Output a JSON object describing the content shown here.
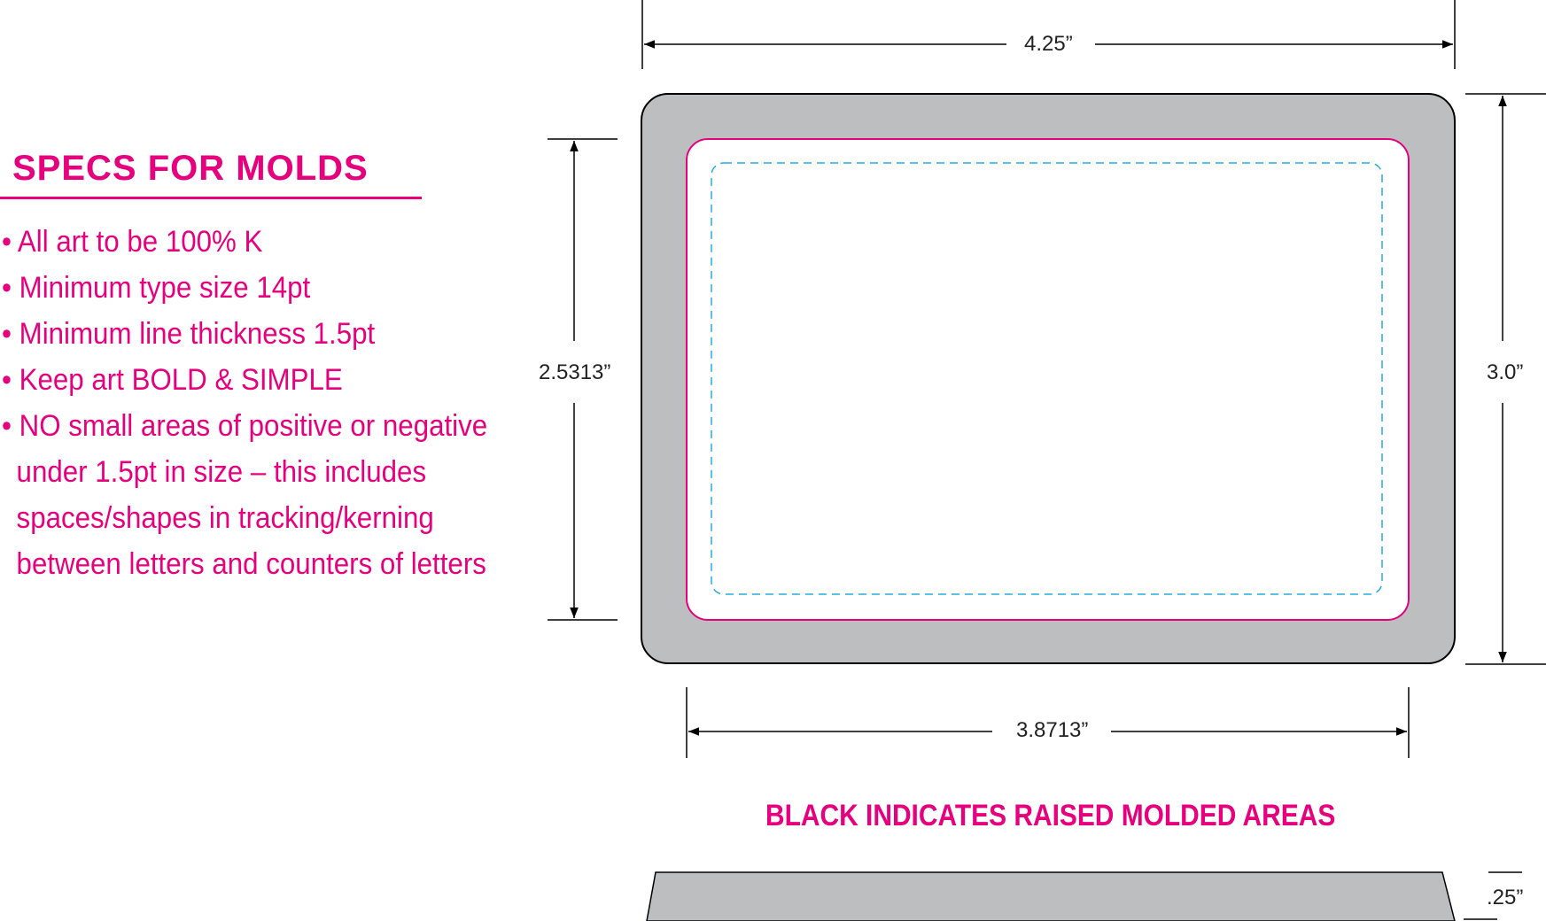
{
  "specs": {
    "title": "SPECS FOR MOLDS",
    "items": [
      "• All art to be 100% K",
      "• Minimum type size 14pt",
      "• Minimum line thickness 1.5pt",
      "• Keep art BOLD & SIMPLE",
      "• NO small areas of positive or negative"
    ],
    "continuation": [
      "under 1.5pt in size – this includes",
      "spaces/shapes in tracking/kerning",
      "between letters and counters of letters"
    ]
  },
  "dimensions": {
    "outer_width": "4.25”",
    "outer_height": "3.0”",
    "inner_width": "3.8713”",
    "inner_height": "2.5313”",
    "depth": ".25”"
  },
  "note": "BLACK INDICATES RAISED MOLDED AREAS",
  "colors": {
    "accent": "#e6007e",
    "tray_fill": "#bcbec0",
    "safe_area_dash": "#29abe2",
    "dimension_lines": "#000000"
  }
}
